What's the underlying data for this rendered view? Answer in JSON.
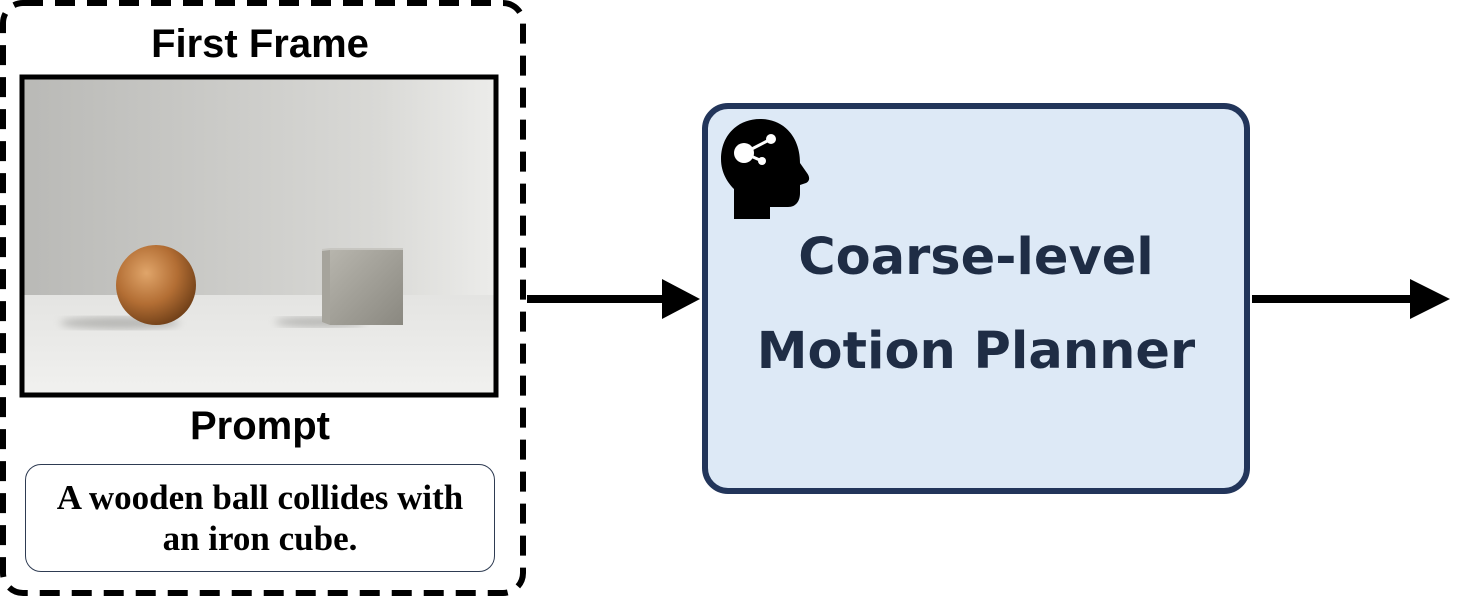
{
  "input_panel": {
    "first_frame_label": "First Frame",
    "prompt_label": "Prompt",
    "prompt_text": "A wooden ball collides with an iron cube."
  },
  "planner": {
    "title_line1": "Coarse-level",
    "title_line2": "Motion Planner",
    "icon": "brain-head-icon"
  },
  "colors": {
    "planner_fill": "#dde9f6",
    "planner_border": "#22355a",
    "planner_text": "#1f2d45"
  }
}
